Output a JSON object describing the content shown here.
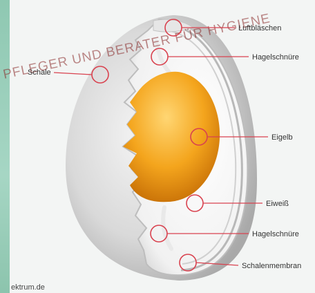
{
  "labels": {
    "air_cell": "Luftbläschen",
    "chalaza_top": "Hagelschnüre",
    "shell_left": "Schale",
    "yolk": "Eigelb",
    "egg_white": "Eiweiß",
    "chalaza_bottom": "Hagelschnüre",
    "shell_membrane": "Schalenmembran"
  },
  "watermark": "PFLEGER UND BERATER FÜR HYGIENE",
  "credit": "ektrum.de",
  "colors": {
    "marker": "#d9424f",
    "yolk": "#f3a51c",
    "shell": "#d6d6d6",
    "accent": "#8fc8b2"
  }
}
